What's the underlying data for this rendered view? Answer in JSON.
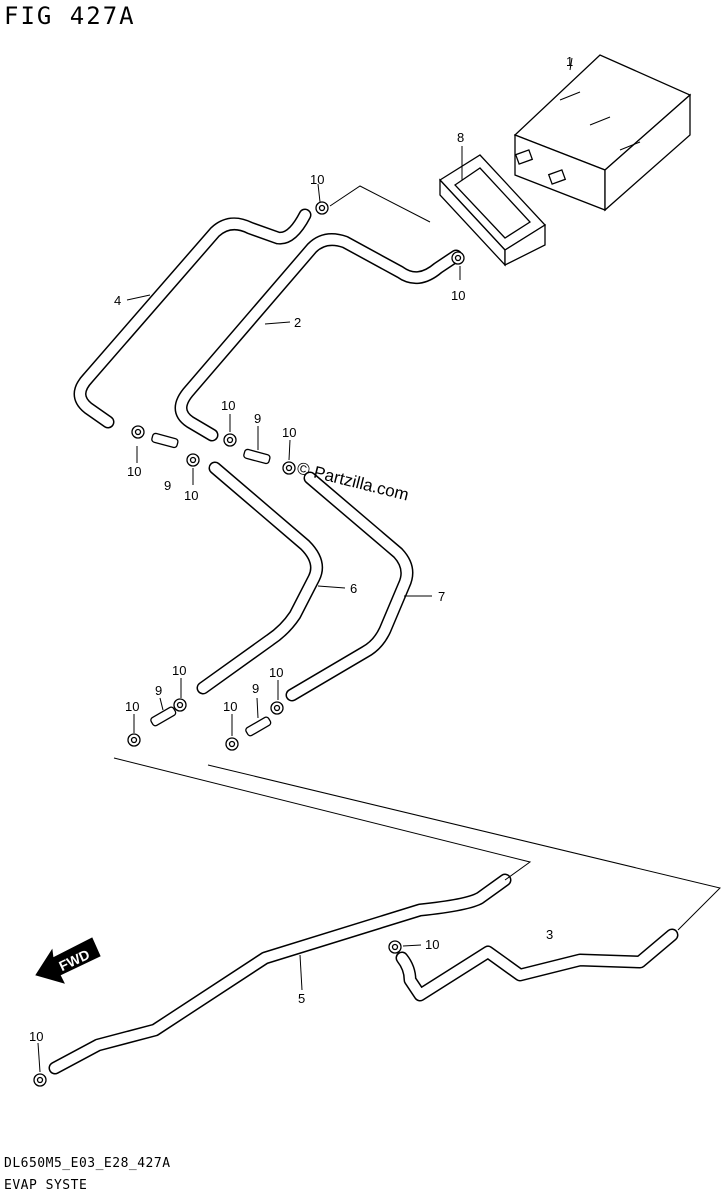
{
  "figure": {
    "title": "FIG 427A",
    "footer_code": "DL650M5_E03_E28_427A",
    "footer_name": "EVAP SYSTE"
  },
  "watermark": "© Partzilla.com",
  "fwd_label": "FWD",
  "parts": [
    {
      "id": "canister",
      "ref": "1"
    },
    {
      "id": "hose_2",
      "ref": "2"
    },
    {
      "id": "hose_3",
      "ref": "3"
    },
    {
      "id": "hose_4",
      "ref": "4"
    },
    {
      "id": "hose_5",
      "ref": "5"
    },
    {
      "id": "hose_6",
      "ref": "6"
    },
    {
      "id": "hose_7",
      "ref": "7"
    },
    {
      "id": "bracket",
      "ref": "8"
    },
    {
      "id": "connector",
      "ref": "9"
    },
    {
      "id": "clamp",
      "ref": "10"
    }
  ]
}
